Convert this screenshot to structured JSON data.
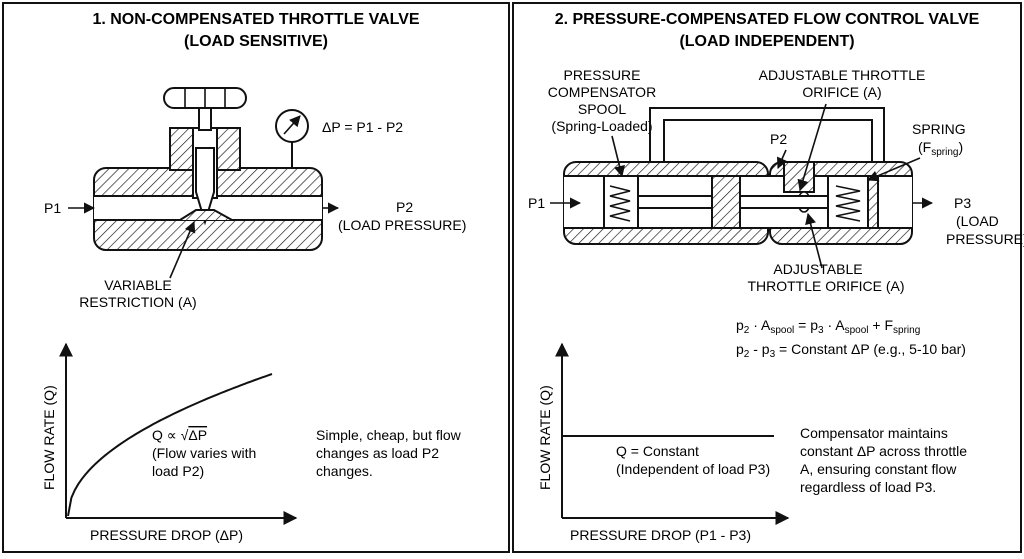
{
  "left": {
    "title_line1": "1. NON-COMPENSATED THROTTLE VALVE",
    "title_line2": "(LOAD SENSITIVE)",
    "delta_p_eq": "ΔP = P1 - P2",
    "p1": "P1",
    "p2": "P2",
    "load_pressure": "(LOAD PRESSURE)",
    "variable": "VARIABLE",
    "restriction": "RESTRICTION (A)",
    "graph": {
      "ylabel": "FLOW RATE (Q)",
      "xlabel": "PRESSURE DROP (ΔP)",
      "q_relation_prefix": "Q ∝ √",
      "q_relation_radicand": "ΔP",
      "curve_note_line1": "(Flow varies with",
      "curve_note_line2": "load P2)"
    },
    "note_line1": "Simple, cheap, but flow",
    "note_line2": "changes as load P2",
    "note_line3": "changes."
  },
  "right": {
    "title_line1": "2. PRESSURE-COMPENSATED FLOW CONTROL VALVE",
    "title_line2": "(LOAD INDEPENDENT)",
    "comp_line1": "PRESSURE",
    "comp_line2": "COMPENSATOR",
    "comp_line3": "SPOOL",
    "comp_line4": "(Spring-Loaded)",
    "adj_top_line1": "ADJUSTABLE THROTTLE",
    "adj_top_line2": "ORIFICE (A)",
    "spring": "SPRING",
    "f_spring": "(F",
    "f_spring_sub": "spring",
    "f_spring_close": ")",
    "p1": "P1",
    "p2": "P2",
    "p3": "P3",
    "load_line1": "(LOAD",
    "load_line2": "PRESSURE)",
    "adj_bot_line1": "ADJUSTABLE",
    "adj_bot_line2": "THROTTLE ORIFICE (A)",
    "eq1": {
      "p2": "p",
      "p2_sub": "2",
      "dot1": " · A",
      "aspool1_sub": "spool",
      "mid": " = p",
      "p3_sub": "3",
      "dot2": " · A",
      "aspool2_sub": "spool",
      "plus": " + F",
      "fspring_sub": "spring"
    },
    "eq2": {
      "p2": "p",
      "p2_sub": "2",
      "minus": " - p",
      "p3_sub": "3",
      "rest": " = Constant ΔP (e.g., 5-10 bar)"
    },
    "graph": {
      "ylabel": "FLOW RATE (Q)",
      "xlabel": "PRESSURE DROP (P1 - P3)",
      "const_line1": "Q = Constant",
      "const_line2": "(Independent of load P3)"
    },
    "note_line1": "Compensator maintains",
    "note_line2": "constant ΔP across throttle",
    "note_line3": "A, ensuring constant flow",
    "note_line4": "regardless of load P3."
  }
}
